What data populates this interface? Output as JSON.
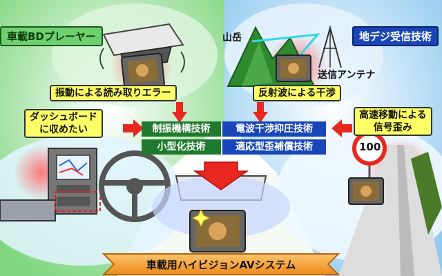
{
  "titles": {
    "left": "車載BDプレーヤー",
    "right": "地デジ受信技術"
  },
  "issues": {
    "vibration": "振動による読み取りエラー",
    "dashboard": "ダッシュボード\nに収めたい",
    "reflection": "反射波による干渉",
    "high_speed": "高速移動による\n信号歪み"
  },
  "techs": {
    "vibration_control": "制振機構技術",
    "miniaturization": "小型化技術",
    "interference_suppression": "電波干渉抑圧技術",
    "adaptive_distortion": "適応型歪補償技術"
  },
  "labels": {
    "mountain": "山岳",
    "antenna": "送信アンテナ",
    "speed_sign": "100"
  },
  "banner": "車載用ハイビジョンAVシステム",
  "colors": {
    "green_region": "#9be39b",
    "blue_region": "#a9d8f5",
    "green_tech": "#1f7a2d",
    "blue_tech": "#1846b8",
    "yellow_box": "#ffff66",
    "red_arrow": "#e8281e",
    "banner_orange": "#f7a33c"
  }
}
